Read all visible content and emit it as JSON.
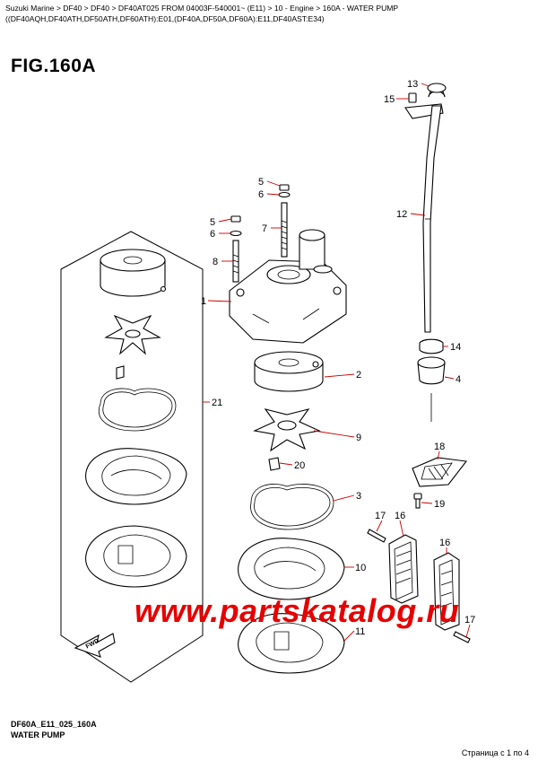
{
  "breadcrumb": "Suzuki Marine > DF40 > DF40 > DF40AT025 FROM 04003F-540001~ (E11) > 10 - Engine > 160A - WATER PUMP ((DF40AQH,DF40ATH,DF50ATH,DF60ATH):E01,(DF40A,DF50A,DF60A):E11,DF40AST:E34)",
  "figure_title": "FIG.160A",
  "figure_code": "DF60A_E11_025_160A",
  "figure_subtitle": "WATER PUMP",
  "page_info": "Страница с 1 по 4",
  "watermark": "www.partskatalog.ru",
  "fwd_label": "FWD",
  "callouts": {
    "c1": "1",
    "c2": "2",
    "c3": "3",
    "c4": "4",
    "c5a": "5",
    "c5b": "5",
    "c6a": "6",
    "c6b": "6",
    "c7": "7",
    "c8": "8",
    "c9": "9",
    "c10": "10",
    "c11": "11",
    "c12": "12",
    "c13": "13",
    "c14": "14",
    "c15": "15",
    "c16a": "16",
    "c16b": "16",
    "c17a": "17",
    "c17b": "17",
    "c18": "18",
    "c19": "19",
    "c20": "20",
    "c21": "21"
  },
  "colors": {
    "leader": "#cc0000",
    "watermark": "#e60000"
  }
}
